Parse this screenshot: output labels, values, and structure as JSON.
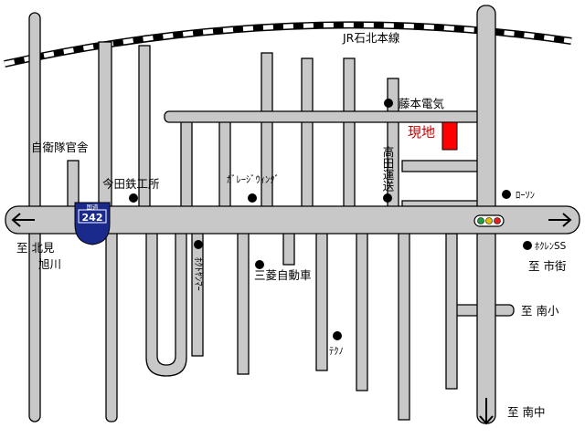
{
  "railway": {
    "label": "JR石北本線"
  },
  "route_shield": {
    "label": "国道",
    "number": "242"
  },
  "site": {
    "label": "現地",
    "color": "#ff0000"
  },
  "landmarks": {
    "fujimoto": "藤本電気",
    "jieitai": "自衛隊官舎",
    "imada": "今田鉄工所",
    "garage": "ｶﾞﾚｰｼﾞｳｨﾝｸﾞ",
    "takada": "高田運送",
    "lawson": "ﾛｰｿﾝ",
    "hokuren": "ﾎｸﾚﾝSS",
    "hokuto": "ﾎｸﾄﾔﾝﾏｰ",
    "mitsubishi": "三菱自動車",
    "tekuno": "ﾃｸﾉ"
  },
  "directions": {
    "west_line1": "至 北見",
    "west_line2": "旭川",
    "city": "至 市街",
    "minamisho": "至 南小",
    "minamichu": "至 南中"
  },
  "colors": {
    "road_fill": "#c8c8c8",
    "shield_fill": "#1a2a8c",
    "signal_red": "#e02020",
    "signal_yellow": "#e0c000",
    "signal_green": "#20a040"
  }
}
